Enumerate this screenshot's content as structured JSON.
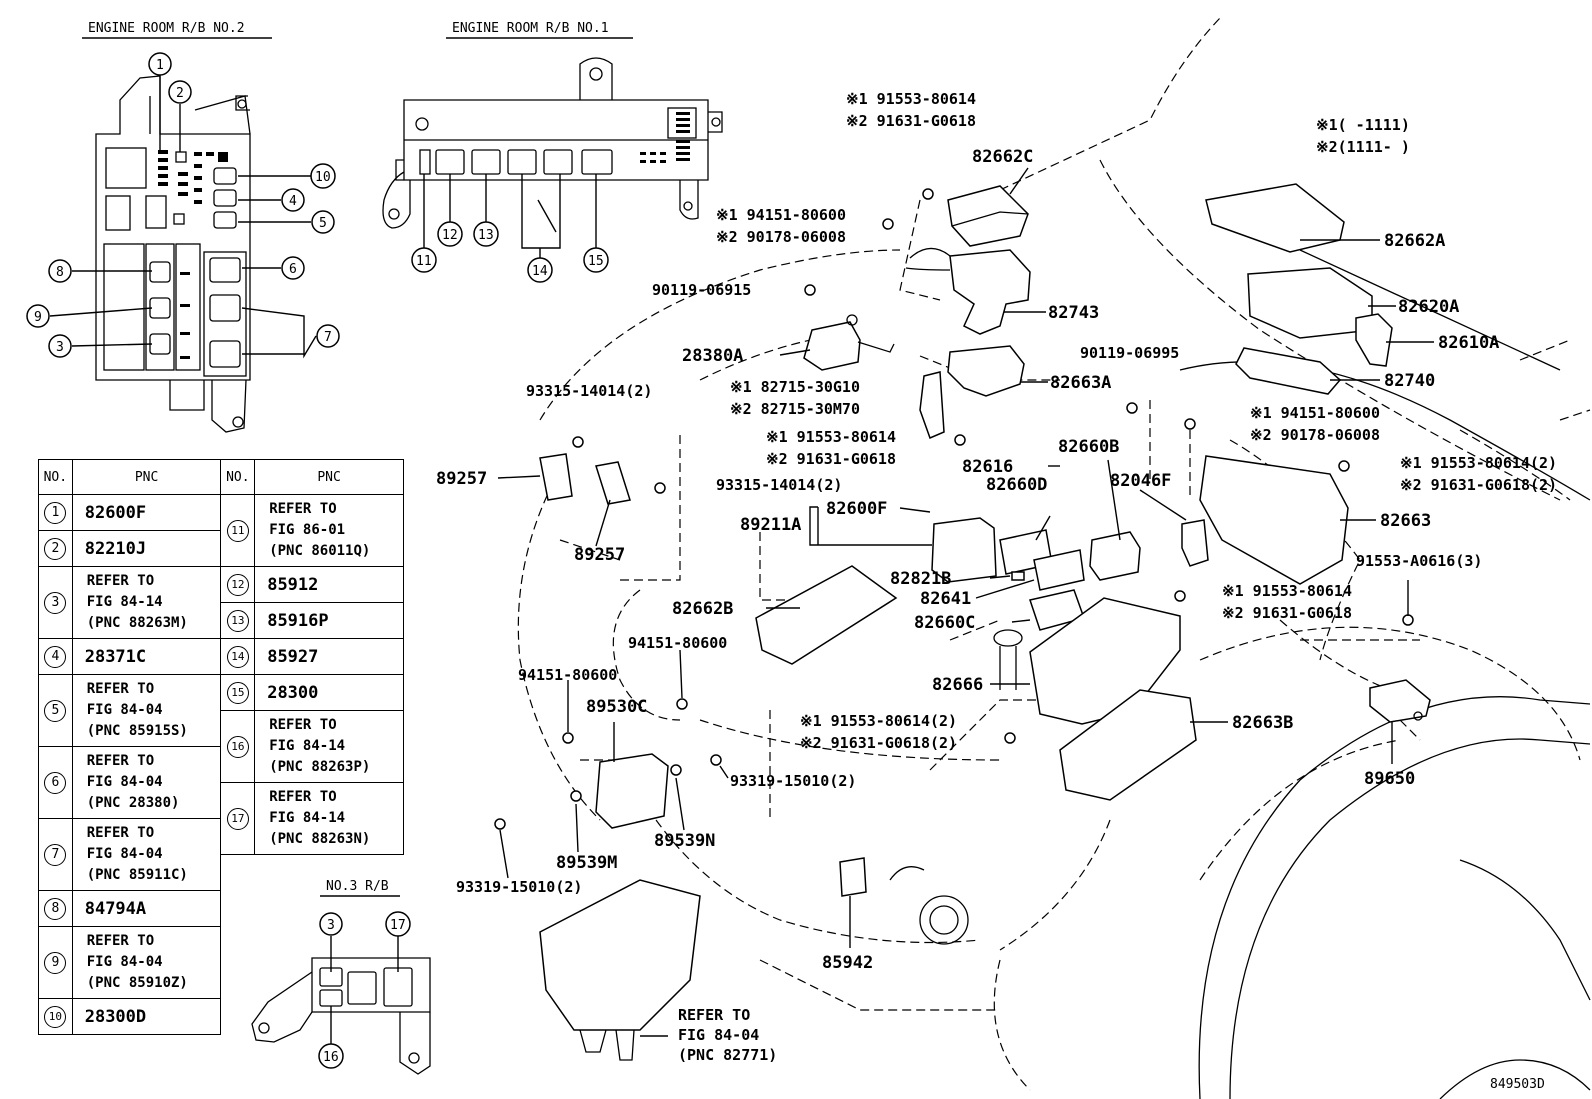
{
  "titles": {
    "rb2": "ENGINE ROOM R/B NO.2",
    "rb1": "ENGINE ROOM R/B NO.1",
    "rb3": "NO.3 R/B"
  },
  "notes": {
    "n1": "※1(     -1111)",
    "n2": "※2(1111-     )"
  },
  "table": {
    "headers": [
      "NO.",
      "PNC",
      "NO.",
      "PNC"
    ],
    "left": [
      {
        "no": "1",
        "pnc": "82600F"
      },
      {
        "no": "2",
        "pnc": "82210J"
      },
      {
        "no": "3",
        "pnc": [
          "REFER TO",
          "FIG 84-14",
          "(PNC 88263M)"
        ]
      },
      {
        "no": "4",
        "pnc": "28371C"
      },
      {
        "no": "5",
        "pnc": [
          "REFER TO",
          "FIG 84-04",
          "(PNC 85915S)"
        ]
      },
      {
        "no": "6",
        "pnc": [
          "REFER TO",
          "FIG 84-04",
          "(PNC 28380)"
        ]
      },
      {
        "no": "7",
        "pnc": [
          "REFER TO",
          "FIG 84-04",
          "(PNC 85911C)"
        ]
      },
      {
        "no": "8",
        "pnc": "84794A"
      },
      {
        "no": "9",
        "pnc": [
          "REFER TO",
          "FIG 84-04",
          "(PNC 85910Z)"
        ]
      },
      {
        "no": "10",
        "pnc": "28300D"
      }
    ],
    "right": [
      {
        "no": "11",
        "pnc": [
          "REFER TO",
          "FIG 86-01",
          "(PNC 86011Q)"
        ]
      },
      {
        "no": "12",
        "pnc": "85912"
      },
      {
        "no": "13",
        "pnc": "85916P"
      },
      {
        "no": "14",
        "pnc": "85927"
      },
      {
        "no": "15",
        "pnc": "28300"
      },
      {
        "no": "16",
        "pnc": [
          "REFER TO",
          "FIG 84-14",
          "(PNC 88263P)"
        ]
      },
      {
        "no": "17",
        "pnc": [
          "REFER TO",
          "FIG 84-14",
          "(PNC 88263N)"
        ]
      }
    ]
  },
  "callouts": {
    "rb2": [
      "1",
      "2",
      "10",
      "4",
      "5",
      "6",
      "7",
      "8",
      "9",
      "3"
    ],
    "rb1": [
      "11",
      "12",
      "13",
      "14",
      "15"
    ],
    "rb3": [
      "3",
      "17",
      "16"
    ]
  },
  "parts": {
    "p82662C": "82662C",
    "p82662A": "82662A",
    "p82620A": "82620A",
    "p82610A": "82610A",
    "p82740": "82740",
    "p82743": "82743",
    "p82663A": "82663A",
    "p28380A": "28380A",
    "p89257a": "89257",
    "p89257b": "89257",
    "p82616": "82616",
    "p82660B": "82660B",
    "p82660D": "82660D",
    "p82046F": "82046F",
    "p82600F": "82600F",
    "p89211A": "89211A",
    "p82663": "82663",
    "p82821B": "82821B",
    "p82641": "82641",
    "p82662B": "82662B",
    "p82660C": "82660C",
    "p82666": "82666",
    "p82663B": "82663B",
    "p89530C": "89530C",
    "p89539N": "89539N",
    "p89539M": "89539M",
    "p89650": "89650",
    "p85942": "85942"
  },
  "small": {
    "s1": "※1 91553-80614",
    "s2": "※2 91631-G0618",
    "s3": "※1 94151-80600",
    "s4": "※2 90178-06008",
    "s5": "90119-06915",
    "s6": "90119-06995",
    "s7": "※1 82715-30G10",
    "s8": "※2 82715-30M70",
    "s9": "93315-14014(2)",
    "s10": "※1 91553-80614",
    "s11": "※2 91631-G0618",
    "s12": "93315-14014(2)",
    "s13": "※1 94151-80600",
    "s14": "※2 90178-06008",
    "s15": "※1 91553-80614(2)",
    "s16": "※2 91631-G0618(2)",
    "s17": "91553-A0616(3)",
    "s18": "※1 91553-80614",
    "s19": "※2 91631-G0618",
    "s20": "94151-80600",
    "s21": "94151-80600",
    "s22": "※1 91553-80614(2)",
    "s23": "※2 91631-G0618(2)",
    "s24": "93319-15010(2)",
    "s25": "93319-15010(2)"
  },
  "refer_bottom": [
    "REFER TO",
    "FIG 84-04",
    "(PNC 82771)"
  ],
  "figure_id": "849503D"
}
